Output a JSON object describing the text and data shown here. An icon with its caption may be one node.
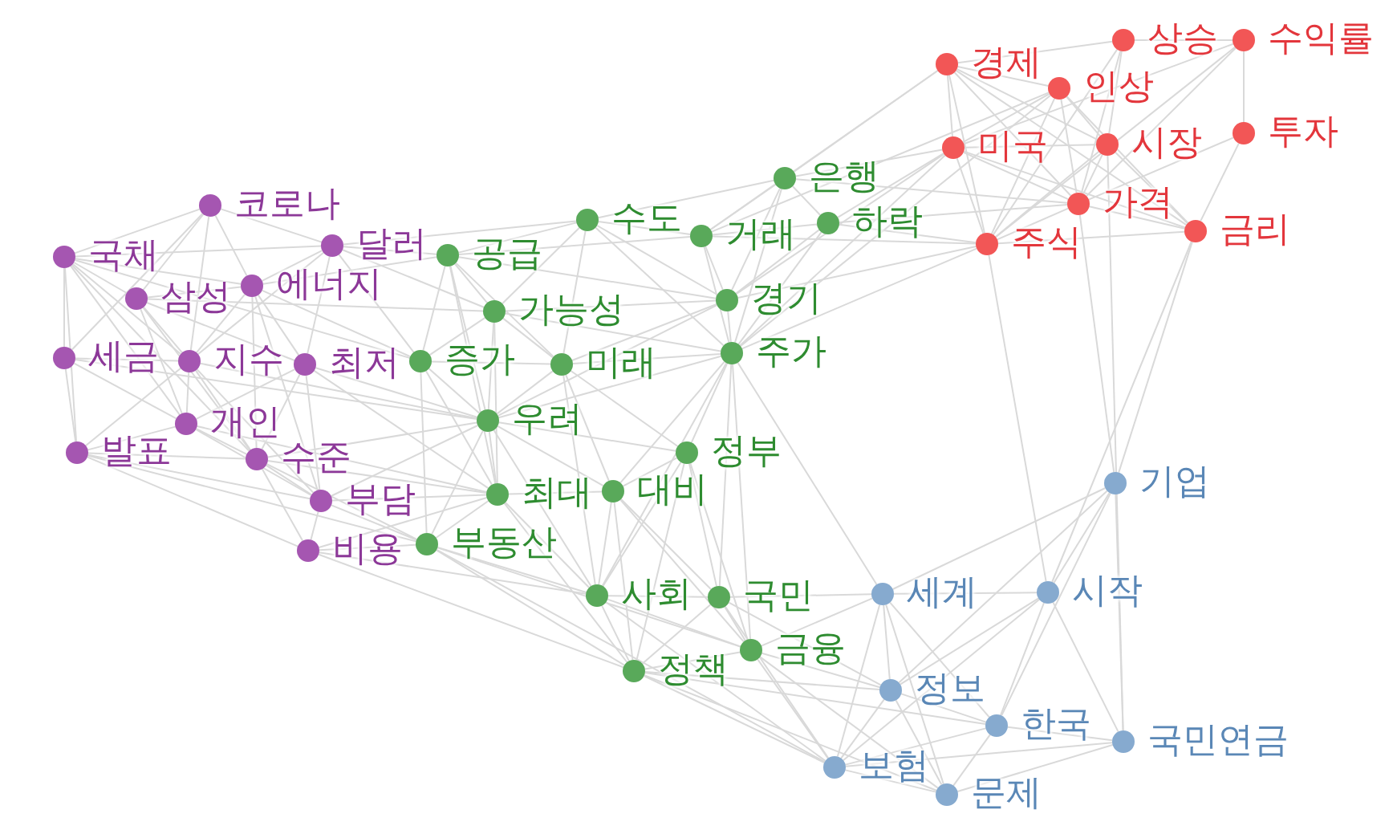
{
  "diagram": {
    "nodes": [
      {
        "text": [
          "상승"
        ]
      },
      {
        "text": [
          "수익률"
        ]
      },
      {
        "text": [
          "경제"
        ]
      },
      {
        "text": [
          "인상"
        ]
      },
      {
        "text": [
          "투자"
        ]
      },
      {
        "text": [
          "시장"
        ]
      },
      {
        "text": [
          "미국"
        ]
      },
      {
        "text": [
          "은행"
        ]
      },
      {
        "text": [
          "가격"
        ]
      },
      {
        "text": [
          "코로나"
        ]
      },
      {
        "text": [
          "수도"
        ]
      },
      {
        "text": [
          "하락"
        ]
      },
      {
        "text": [
          "금리"
        ]
      },
      {
        "text": [
          "거래"
        ]
      },
      {
        "text": [
          "주식"
        ]
      },
      {
        "text": [
          "달러"
        ]
      },
      {
        "text": [
          "공급"
        ]
      },
      {
        "text": [
          "국채"
        ]
      },
      {
        "text": [
          "에너지"
        ]
      },
      {
        "text": [
          "삼성"
        ]
      },
      {
        "text": [
          "경기"
        ]
      },
      {
        "text": [
          "가능성"
        ]
      },
      {
        "text": [
          "주가"
        ]
      },
      {
        "text": [
          "세금"
        ]
      },
      {
        "text": [
          "지수"
        ]
      },
      {
        "text": [
          "증가"
        ]
      },
      {
        "text": [
          "최저"
        ]
      },
      {
        "text": [
          "미래"
        ]
      },
      {
        "text": [
          "우려"
        ]
      },
      {
        "text": [
          "개인"
        ]
      },
      {
        "text": [
          "발표"
        ]
      },
      {
        "text": [
          "수준"
        ]
      },
      {
        "text": [
          "정부"
        ]
      },
      {
        "text": [
          "기업"
        ]
      },
      {
        "text": [
          "부담"
        ]
      },
      {
        "text": [
          "대비"
        ]
      },
      {
        "text": [
          "최대"
        ]
      },
      {
        "text": [
          "부동산"
        ]
      },
      {
        "text": [
          "비용"
        ]
      },
      {
        "text": [
          "시작"
        ]
      },
      {
        "text": [
          "세계"
        ]
      },
      {
        "text": [
          "사회"
        ]
      },
      {
        "text": [
          "국민"
        ]
      },
      {
        "text": [
          "금융"
        ]
      },
      {
        "text": [
          "정책"
        ]
      },
      {
        "text": [
          "정보"
        ]
      },
      {
        "text": [
          "한국"
        ]
      },
      {
        "text": [
          "국민연금"
        ]
      },
      {
        "text": [
          "보험"
        ]
      },
      {
        "text": [
          "문제"
        ]
      }
    ],
    "edges": [
      {
        "from": 2,
        "to": 3,
        "arrow": "none"
      },
      {
        "from": 2,
        "to": 0,
        "arrow": "none"
      },
      {
        "from": 0,
        "to": 1,
        "arrow": "none"
      },
      {
        "from": 2,
        "to": 6,
        "arrow": "none"
      },
      {
        "from": 2,
        "to": 14,
        "arrow": "none"
      },
      {
        "from": 2,
        "to": 8,
        "arrow": "none"
      },
      {
        "from": 2,
        "to": 5,
        "arrow": "none"
      },
      {
        "from": 2,
        "to": 12,
        "arrow": "none"
      },
      {
        "from": 3,
        "to": 6,
        "arrow": "none"
      },
      {
        "from": 3,
        "to": 14,
        "arrow": "none"
      },
      {
        "from": 3,
        "to": 8,
        "arrow": "none"
      },
      {
        "from": 3,
        "to": 12,
        "arrow": "none"
      },
      {
        "from": 3,
        "to": 5,
        "arrow": "none"
      },
      {
        "from": 0,
        "to": 8,
        "arrow": "none"
      },
      {
        "from": 0,
        "to": 14,
        "arrow": "none"
      },
      {
        "from": 0,
        "to": 5,
        "arrow": "none"
      },
      {
        "from": 1,
        "to": 4,
        "arrow": "none"
      },
      {
        "from": 1,
        "to": 8,
        "arrow": "none"
      },
      {
        "from": 1,
        "to": 6,
        "arrow": "none"
      },
      {
        "from": 1,
        "to": 14,
        "arrow": "none"
      },
      {
        "from": 4,
        "to": 8,
        "arrow": "none"
      },
      {
        "from": 4,
        "to": 12,
        "arrow": "none"
      },
      {
        "from": 5,
        "to": 6,
        "arrow": "none"
      },
      {
        "from": 5,
        "to": 8,
        "arrow": "none"
      },
      {
        "from": 5,
        "to": 14,
        "arrow": "none"
      },
      {
        "from": 5,
        "to": 12,
        "arrow": "none"
      },
      {
        "from": 6,
        "to": 8,
        "arrow": "none"
      },
      {
        "from": 6,
        "to": 14,
        "arrow": "none"
      },
      {
        "from": 6,
        "to": 12,
        "arrow": "none"
      },
      {
        "from": 8,
        "to": 14,
        "arrow": "none"
      },
      {
        "from": 8,
        "to": 12,
        "arrow": "none"
      },
      {
        "from": 14,
        "to": 12,
        "arrow": "none"
      },
      {
        "from": 6,
        "to": 7,
        "arrow": "none"
      },
      {
        "from": 6,
        "to": 11,
        "arrow": "none"
      },
      {
        "from": 3,
        "to": 13,
        "arrow": "none"
      },
      {
        "from": 2,
        "to": 7,
        "arrow": "none"
      },
      {
        "from": 2,
        "to": 13,
        "arrow": "none"
      },
      {
        "from": 14,
        "to": 11,
        "arrow": "none"
      },
      {
        "from": 14,
        "to": 20,
        "arrow": "none"
      },
      {
        "from": 14,
        "to": 22,
        "arrow": "none"
      },
      {
        "from": 8,
        "to": 11,
        "arrow": "none"
      },
      {
        "from": 8,
        "to": 7,
        "arrow": "none"
      },
      {
        "from": 14,
        "to": 13,
        "arrow": "none"
      },
      {
        "from": 6,
        "to": 20,
        "arrow": "none"
      },
      {
        "from": 3,
        "to": 22,
        "arrow": "none"
      },
      {
        "from": 6,
        "to": 22,
        "arrow": "none"
      },
      {
        "from": 14,
        "to": 39,
        "arrow": "none"
      },
      {
        "from": 8,
        "to": 33,
        "arrow": "none"
      },
      {
        "from": 12,
        "to": 33,
        "arrow": "none"
      },
      {
        "from": 12,
        "to": 39,
        "arrow": "none"
      },
      {
        "from": 5,
        "to": 47,
        "arrow": "none"
      },
      {
        "from": 7,
        "to": 11,
        "arrow": "none"
      },
      {
        "from": 7,
        "to": 13,
        "arrow": "none"
      },
      {
        "from": 7,
        "to": 10,
        "arrow": "none"
      },
      {
        "from": 7,
        "to": 20,
        "arrow": "none"
      },
      {
        "from": 7,
        "to": 22,
        "arrow": "none"
      },
      {
        "from": 10,
        "to": 13,
        "arrow": "none"
      },
      {
        "from": 10,
        "to": 16,
        "arrow": "none"
      },
      {
        "from": 10,
        "to": 21,
        "arrow": "none"
      },
      {
        "from": 10,
        "to": 27,
        "arrow": "none"
      },
      {
        "from": 10,
        "to": 20,
        "arrow": "none"
      },
      {
        "from": 10,
        "to": 22,
        "arrow": "none"
      },
      {
        "from": 13,
        "to": 11,
        "arrow": "none"
      },
      {
        "from": 13,
        "to": 20,
        "arrow": "none"
      },
      {
        "from": 13,
        "to": 22,
        "arrow": "none"
      },
      {
        "from": 13,
        "to": 16,
        "arrow": "none"
      },
      {
        "from": 11,
        "to": 20,
        "arrow": "none"
      },
      {
        "from": 11,
        "to": 22,
        "arrow": "none"
      },
      {
        "from": 16,
        "to": 21,
        "arrow": "none"
      },
      {
        "from": 16,
        "to": 25,
        "arrow": "none"
      },
      {
        "from": 16,
        "to": 28,
        "arrow": "none"
      },
      {
        "from": 16,
        "to": 27,
        "arrow": "none"
      },
      {
        "from": 16,
        "to": 20,
        "arrow": "none"
      },
      {
        "from": 16,
        "to": 36,
        "arrow": "none"
      },
      {
        "from": 20,
        "to": 22,
        "arrow": "none"
      },
      {
        "from": 20,
        "to": 21,
        "arrow": "none"
      },
      {
        "from": 20,
        "to": 27,
        "arrow": "none"
      },
      {
        "from": 20,
        "to": 28,
        "arrow": "none"
      },
      {
        "from": 22,
        "to": 27,
        "arrow": "none"
      },
      {
        "from": 22,
        "to": 21,
        "arrow": "none"
      },
      {
        "from": 22,
        "to": 32,
        "arrow": "none"
      },
      {
        "from": 22,
        "to": 35,
        "arrow": "none"
      },
      {
        "from": 22,
        "to": 42,
        "arrow": "none"
      },
      {
        "from": 22,
        "to": 41,
        "arrow": "none"
      },
      {
        "from": 22,
        "to": 28,
        "arrow": "none"
      },
      {
        "from": 22,
        "to": 43,
        "arrow": "none"
      },
      {
        "from": 21,
        "to": 25,
        "arrow": "none"
      },
      {
        "from": 21,
        "to": 27,
        "arrow": "none"
      },
      {
        "from": 21,
        "to": 28,
        "arrow": "none"
      },
      {
        "from": 21,
        "to": 36,
        "arrow": "none"
      },
      {
        "from": 25,
        "to": 27,
        "arrow": "none"
      },
      {
        "from": 25,
        "to": 28,
        "arrow": "none"
      },
      {
        "from": 25,
        "to": 36,
        "arrow": "none"
      },
      {
        "from": 25,
        "to": 37,
        "arrow": "none"
      },
      {
        "from": 27,
        "to": 28,
        "arrow": "none"
      },
      {
        "from": 27,
        "to": 35,
        "arrow": "none"
      },
      {
        "from": 27,
        "to": 32,
        "arrow": "none"
      },
      {
        "from": 27,
        "to": 41,
        "arrow": "none"
      },
      {
        "from": 28,
        "to": 36,
        "arrow": "none"
      },
      {
        "from": 28,
        "to": 35,
        "arrow": "none"
      },
      {
        "from": 28,
        "to": 37,
        "arrow": "none"
      },
      {
        "from": 28,
        "to": 32,
        "arrow": "none"
      },
      {
        "from": 28,
        "to": 41,
        "arrow": "none"
      },
      {
        "from": 32,
        "to": 35,
        "arrow": "none"
      },
      {
        "from": 32,
        "to": 42,
        "arrow": "none"
      },
      {
        "from": 32,
        "to": 43,
        "arrow": "none"
      },
      {
        "from": 32,
        "to": 41,
        "arrow": "none"
      },
      {
        "from": 32,
        "to": 44,
        "arrow": "none"
      },
      {
        "from": 36,
        "to": 35,
        "arrow": "none"
      },
      {
        "from": 36,
        "to": 37,
        "arrow": "none"
      },
      {
        "from": 36,
        "to": 41,
        "arrow": "none"
      },
      {
        "from": 36,
        "to": 44,
        "arrow": "none"
      },
      {
        "from": 35,
        "to": 41,
        "arrow": "none"
      },
      {
        "from": 35,
        "to": 42,
        "arrow": "none"
      },
      {
        "from": 35,
        "to": 43,
        "arrow": "none"
      },
      {
        "from": 35,
        "to": 44,
        "arrow": "none"
      },
      {
        "from": 37,
        "to": 41,
        "arrow": "none"
      },
      {
        "from": 37,
        "to": 44,
        "arrow": "none"
      },
      {
        "from": 37,
        "to": 43,
        "arrow": "none"
      },
      {
        "from": 37,
        "to": 48,
        "arrow": "none"
      },
      {
        "from": 41,
        "to": 42,
        "arrow": "none"
      },
      {
        "from": 41,
        "to": 44,
        "arrow": "none"
      },
      {
        "from": 41,
        "to": 43,
        "arrow": "none"
      },
      {
        "from": 42,
        "to": 43,
        "arrow": "none"
      },
      {
        "from": 42,
        "to": 44,
        "arrow": "none"
      },
      {
        "from": 43,
        "to": 44,
        "arrow": "none"
      },
      {
        "from": 42,
        "to": 40,
        "arrow": "none"
      },
      {
        "from": 43,
        "to": 40,
        "arrow": "none"
      },
      {
        "from": 22,
        "to": 40,
        "arrow": "none"
      },
      {
        "from": 41,
        "to": 48,
        "arrow": "none"
      },
      {
        "from": 44,
        "to": 48,
        "arrow": "none"
      },
      {
        "from": 43,
        "to": 48,
        "arrow": "none"
      },
      {
        "from": 42,
        "to": 48,
        "arrow": "none"
      },
      {
        "from": 43,
        "to": 45,
        "arrow": "none"
      },
      {
        "from": 42,
        "to": 45,
        "arrow": "none"
      },
      {
        "from": 44,
        "to": 45,
        "arrow": "none"
      },
      {
        "from": 44,
        "to": 46,
        "arrow": "none"
      },
      {
        "from": 44,
        "to": 49,
        "arrow": "none"
      },
      {
        "from": 43,
        "to": 49,
        "arrow": "none"
      },
      {
        "from": 33,
        "to": 40,
        "arrow": "none"
      },
      {
        "from": 33,
        "to": 39,
        "arrow": "none"
      },
      {
        "from": 33,
        "to": 46,
        "arrow": "none"
      },
      {
        "from": 33,
        "to": 45,
        "arrow": "none"
      },
      {
        "from": 33,
        "to": 47,
        "arrow": "none"
      },
      {
        "from": 39,
        "to": 40,
        "arrow": "none"
      },
      {
        "from": 39,
        "to": 45,
        "arrow": "none"
      },
      {
        "from": 39,
        "to": 46,
        "arrow": "none"
      },
      {
        "from": 39,
        "to": 47,
        "arrow": "none"
      },
      {
        "from": 39,
        "to": 48,
        "arrow": "none"
      },
      {
        "from": 40,
        "to": 45,
        "arrow": "none"
      },
      {
        "from": 40,
        "to": 48,
        "arrow": "none"
      },
      {
        "from": 40,
        "to": 49,
        "arrow": "none"
      },
      {
        "from": 40,
        "to": 46,
        "arrow": "none"
      },
      {
        "from": 45,
        "to": 46,
        "arrow": "none"
      },
      {
        "from": 45,
        "to": 48,
        "arrow": "none"
      },
      {
        "from": 45,
        "to": 49,
        "arrow": "none"
      },
      {
        "from": 46,
        "to": 47,
        "arrow": "none"
      },
      {
        "from": 46,
        "to": 48,
        "arrow": "none"
      },
      {
        "from": 46,
        "to": 49,
        "arrow": "none"
      },
      {
        "from": 48,
        "to": 49,
        "arrow": "none"
      },
      {
        "from": 47,
        "to": 48,
        "arrow": "none"
      },
      {
        "from": 47,
        "to": 49,
        "arrow": "none"
      },
      {
        "from": 9,
        "to": 17,
        "arrow": "none"
      },
      {
        "from": 9,
        "to": 19,
        "arrow": "none"
      },
      {
        "from": 9,
        "to": 18,
        "arrow": "none"
      },
      {
        "from": 9,
        "to": 15,
        "arrow": "none"
      },
      {
        "from": 9,
        "to": 24,
        "arrow": "none"
      },
      {
        "from": 9,
        "to": 23,
        "arrow": "none"
      },
      {
        "from": 17,
        "to": 19,
        "arrow": "none"
      },
      {
        "from": 17,
        "to": 23,
        "arrow": "none"
      },
      {
        "from": 17,
        "to": 24,
        "arrow": "none"
      },
      {
        "from": 17,
        "to": 30,
        "arrow": "none"
      },
      {
        "from": 17,
        "to": 29,
        "arrow": "none"
      },
      {
        "from": 17,
        "to": 18,
        "arrow": "none"
      },
      {
        "from": 17,
        "to": 15,
        "arrow": "none"
      },
      {
        "from": 17,
        "to": 31,
        "arrow": "none"
      },
      {
        "from": 19,
        "to": 18,
        "arrow": "none"
      },
      {
        "from": 19,
        "to": 24,
        "arrow": "none"
      },
      {
        "from": 19,
        "to": 29,
        "arrow": "none"
      },
      {
        "from": 19,
        "to": 31,
        "arrow": "none"
      },
      {
        "from": 19,
        "to": 26,
        "arrow": "none"
      },
      {
        "from": 18,
        "to": 24,
        "arrow": "none"
      },
      {
        "from": 18,
        "to": 26,
        "arrow": "none"
      },
      {
        "from": 18,
        "to": 15,
        "arrow": "none"
      },
      {
        "from": 18,
        "to": 31,
        "arrow": "none"
      },
      {
        "from": 18,
        "to": 34,
        "arrow": "none"
      },
      {
        "from": 23,
        "to": 30,
        "arrow": "none"
      },
      {
        "from": 23,
        "to": 24,
        "arrow": "none"
      },
      {
        "from": 23,
        "to": 29,
        "arrow": "none"
      },
      {
        "from": 24,
        "to": 29,
        "arrow": "none"
      },
      {
        "from": 24,
        "to": 31,
        "arrow": "none"
      },
      {
        "from": 24,
        "to": 34,
        "arrow": "none"
      },
      {
        "from": 24,
        "to": 30,
        "arrow": "none"
      },
      {
        "from": 26,
        "to": 31,
        "arrow": "none"
      },
      {
        "from": 26,
        "to": 34,
        "arrow": "none"
      },
      {
        "from": 26,
        "to": 29,
        "arrow": "none"
      },
      {
        "from": 30,
        "to": 29,
        "arrow": "none"
      },
      {
        "from": 30,
        "to": 31,
        "arrow": "none"
      },
      {
        "from": 30,
        "to": 38,
        "arrow": "none"
      },
      {
        "from": 30,
        "to": 34,
        "arrow": "none"
      },
      {
        "from": 29,
        "to": 31,
        "arrow": "none"
      },
      {
        "from": 29,
        "to": 34,
        "arrow": "none"
      },
      {
        "from": 31,
        "to": 34,
        "arrow": "none"
      },
      {
        "from": 31,
        "to": 38,
        "arrow": "none"
      },
      {
        "from": 34,
        "to": 38,
        "arrow": "none"
      },
      {
        "from": 15,
        "to": 26,
        "arrow": "none"
      },
      {
        "from": 15,
        "to": 24,
        "arrow": "none"
      },
      {
        "from": 15,
        "to": 16,
        "arrow": "none"
      },
      {
        "from": 15,
        "to": 25,
        "arrow": "none"
      },
      {
        "from": 15,
        "to": 21,
        "arrow": "none"
      },
      {
        "from": 15,
        "to": 10,
        "arrow": "none"
      },
      {
        "from": 26,
        "to": 28,
        "arrow": "none"
      },
      {
        "from": 26,
        "to": 36,
        "arrow": "none"
      },
      {
        "from": 18,
        "to": 25,
        "arrow": "none"
      },
      {
        "from": 18,
        "to": 16,
        "arrow": "none"
      },
      {
        "from": 24,
        "to": 28,
        "arrow": "none"
      },
      {
        "from": 31,
        "to": 28,
        "arrow": "none"
      },
      {
        "from": 31,
        "to": 36,
        "arrow": "none"
      },
      {
        "from": 31,
        "to": 37,
        "arrow": "none"
      },
      {
        "from": 34,
        "to": 36,
        "arrow": "none"
      },
      {
        "from": 34,
        "to": 37,
        "arrow": "none"
      },
      {
        "from": 34,
        "to": 28,
        "arrow": "none"
      },
      {
        "from": 38,
        "to": 37,
        "arrow": "none"
      },
      {
        "from": 38,
        "to": 36,
        "arrow": "none"
      },
      {
        "from": 38,
        "to": 41,
        "arrow": "none"
      },
      {
        "from": 38,
        "to": 44,
        "arrow": "none"
      },
      {
        "from": 30,
        "to": 37,
        "arrow": "none"
      },
      {
        "from": 29,
        "to": 36,
        "arrow": "none"
      },
      {
        "from": 19,
        "to": 21,
        "arrow": "none"
      },
      {
        "from": 17,
        "to": 25,
        "arrow": "none"
      },
      {
        "from": 23,
        "to": 28,
        "arrow": "none"
      }
    ]
  }
}
